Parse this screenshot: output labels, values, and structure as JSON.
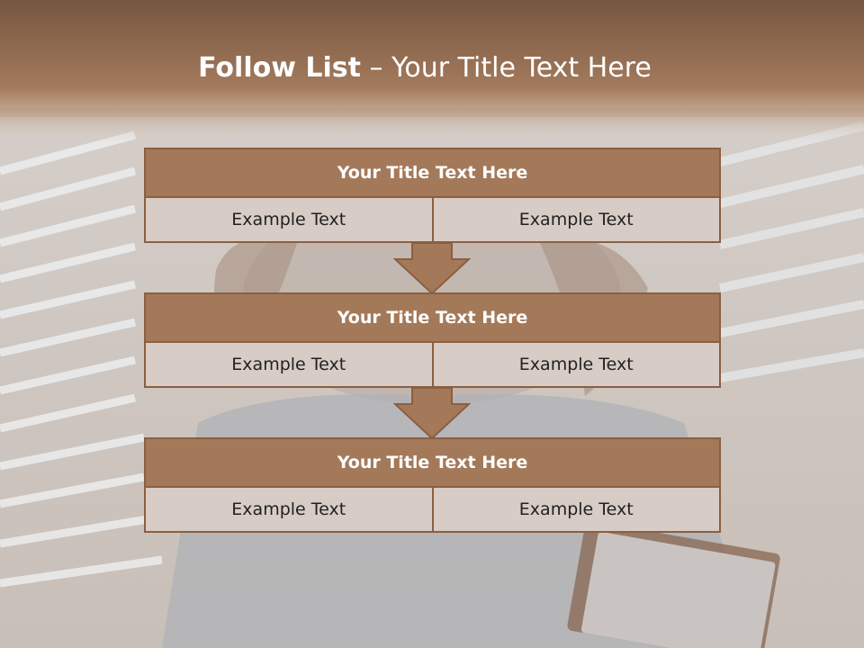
{
  "slide": {
    "title_bold": "Follow List",
    "title_rest": "– Your Title Text Here"
  },
  "steps": [
    {
      "title": "Your Title Text Here",
      "left": "Example Text",
      "right": "Example Text"
    },
    {
      "title": "Your Title Text Here",
      "left": "Example Text",
      "right": "Example Text"
    },
    {
      "title": "Your Title Text Here",
      "left": "Example Text",
      "right": "Example Text"
    }
  ],
  "colors": {
    "header_fill": "#a4795a",
    "border": "#8a5f42",
    "cell_fill": "#d8ccc6",
    "title_band": "#7d5a42"
  }
}
